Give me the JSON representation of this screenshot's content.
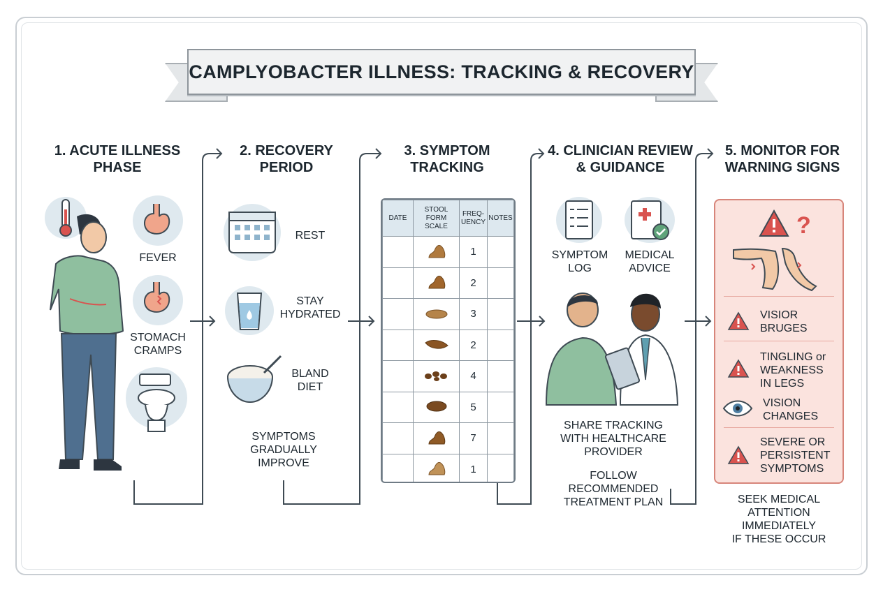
{
  "title": "CAMPLYOBACTER ILLNESS: TRACKING & RECOVERY",
  "steps": [
    {
      "title_line1": "1. ACUTE ILLNESS",
      "title_line2": "PHASE",
      "labels": {
        "fever": "FEVER",
        "cramps_1": "STOMACH",
        "cramps_2": "CRAMPS"
      }
    },
    {
      "title_line1": "2. RECOVERY",
      "title_line2": "PERIOD",
      "labels": {
        "rest": "REST",
        "hydrate_1": "STAY",
        "hydrate_2": "HYDRATED",
        "diet_1": "BLAND",
        "diet_2": "DIET",
        "note_1": "SYMPTOMS",
        "note_2": "GRADUALLY",
        "note_3": "IMPROVE"
      }
    },
    {
      "title_line1": "3. SYMPTOM",
      "title_line2": "TRACKING"
    },
    {
      "title_line1": "4. CLINICIAN REVIEW",
      "title_line2": "& GUIDANCE",
      "labels": {
        "log_1": "SYMPTOM",
        "log_2": "LOG",
        "advice_1": "MEDICAL",
        "advice_2": "ADVICE",
        "share_1": "SHARE TRACKING",
        "share_2": "WITH HEALTHCARE",
        "share_3": "PROVIDER",
        "follow_1": "FOLLOW",
        "follow_2": "RECOMMENDED",
        "follow_3": "TREATMENT PLAN"
      }
    },
    {
      "title_line1": "5. MONITOR FOR",
      "title_line2": "WARNING SIGNS",
      "warnings": [
        {
          "line1": "VISIOR",
          "line2": "BRUGES",
          "line3": "",
          "icon": "warning-triangle-icon"
        },
        {
          "line1": "TINGLING or",
          "line2": "WEAKNESS",
          "line3": "IN LEGS",
          "icon": "warning-triangle-icon"
        },
        {
          "line1": "VISION",
          "line2": "CHANGES",
          "line3": "",
          "icon": "eye-icon"
        },
        {
          "line1": "SEVERE OR",
          "line2": "PERSISTENT",
          "line3": "SYMPTOMS",
          "icon": "warning-triangle-icon"
        }
      ],
      "footer": [
        "SEEK MEDICAL",
        "ATTENTION",
        "IMMEDIATELY",
        "IF THESE OCCUR"
      ]
    }
  ],
  "tracking_table": {
    "headers": {
      "date": "DATE",
      "stool_1": "STOOL",
      "stool_2": "FORM",
      "stool_3": "SCALE",
      "freq_1": "FREQ-",
      "freq_2": "UENCY",
      "notes": "NOTES"
    },
    "frequencies": [
      "1",
      "2",
      "3",
      "2",
      "4",
      "5",
      "7",
      "1"
    ]
  },
  "colors": {
    "accent_green": "#8fbf9f",
    "warning_red": "#d9534f",
    "warning_bg": "#fbe3de",
    "icon_blue": "#dfe9ef"
  }
}
